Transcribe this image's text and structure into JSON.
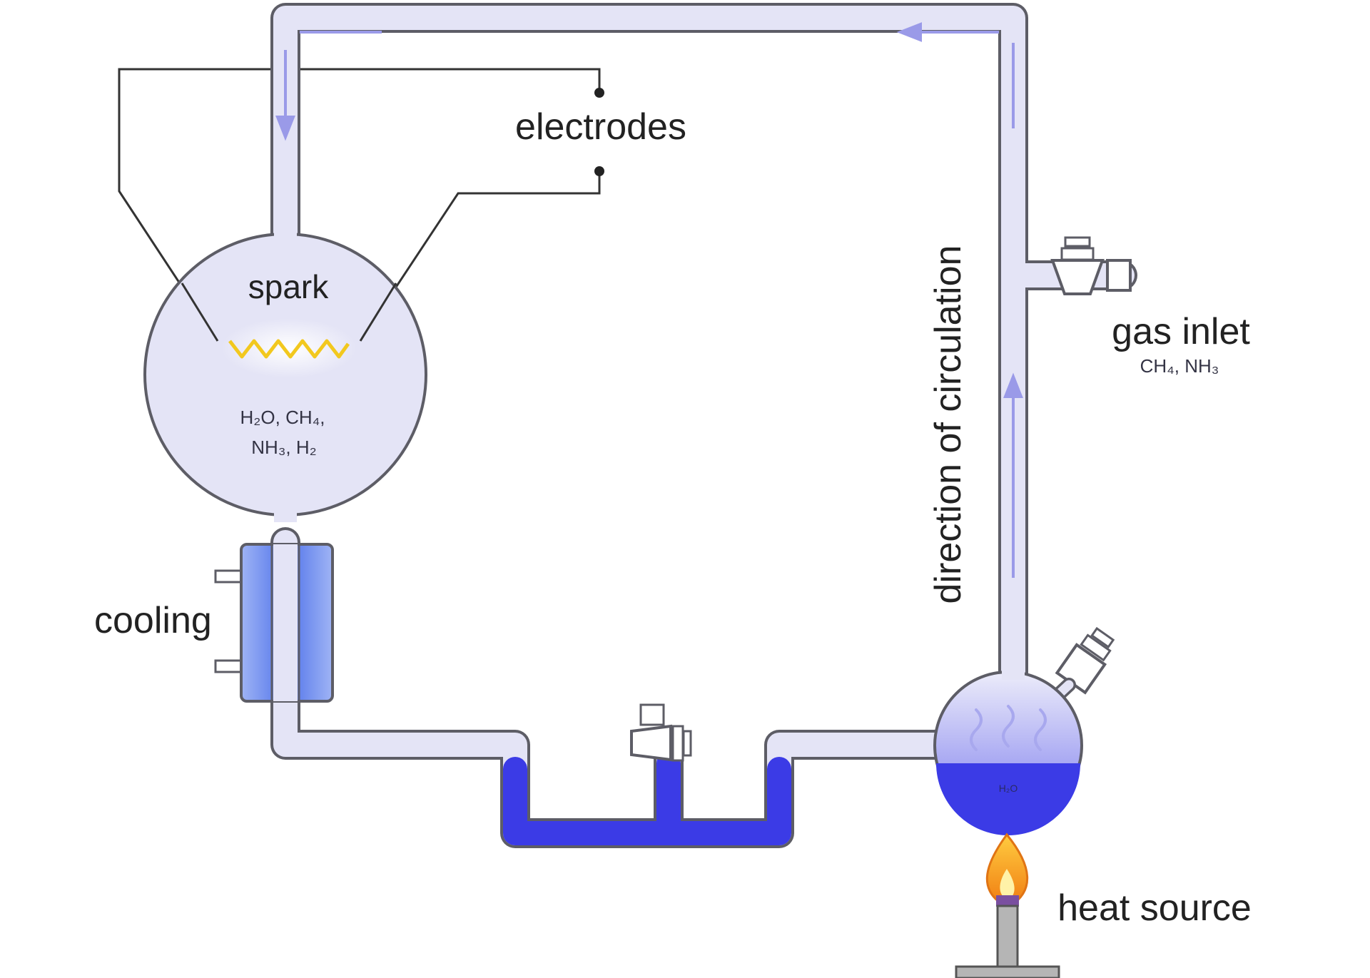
{
  "labels": {
    "electrodes": "electrodes",
    "spark": "spark",
    "flask_contents_line1": "H₂O, CH₄,",
    "flask_contents_line2": "NH₃, H₂",
    "cooling": "cooling",
    "direction": "direction of circulation",
    "gas_inlet": "gas inlet",
    "gas_inlet_formula": "CH₄, NH₃",
    "boiling_flask_label": "H₂O",
    "heat_source": "heat source"
  },
  "colors": {
    "tube_fill": "#e4e4f6",
    "tube_outline": "#5d5d66",
    "arrow": "#9a9ae8",
    "liquid": "#3b3be6",
    "cooling_jacket": "#6f8ff0",
    "spark": "#f2c81e",
    "flame_outer": "#f08a1c",
    "flame_inner": "#ffd23f",
    "burner": "#a9a9a9"
  },
  "icons": [
    "spark-zigzag-icon",
    "flame-icon",
    "stopcock-valve-icon",
    "flow-arrow-icon",
    "vapor-wave-icon"
  ]
}
